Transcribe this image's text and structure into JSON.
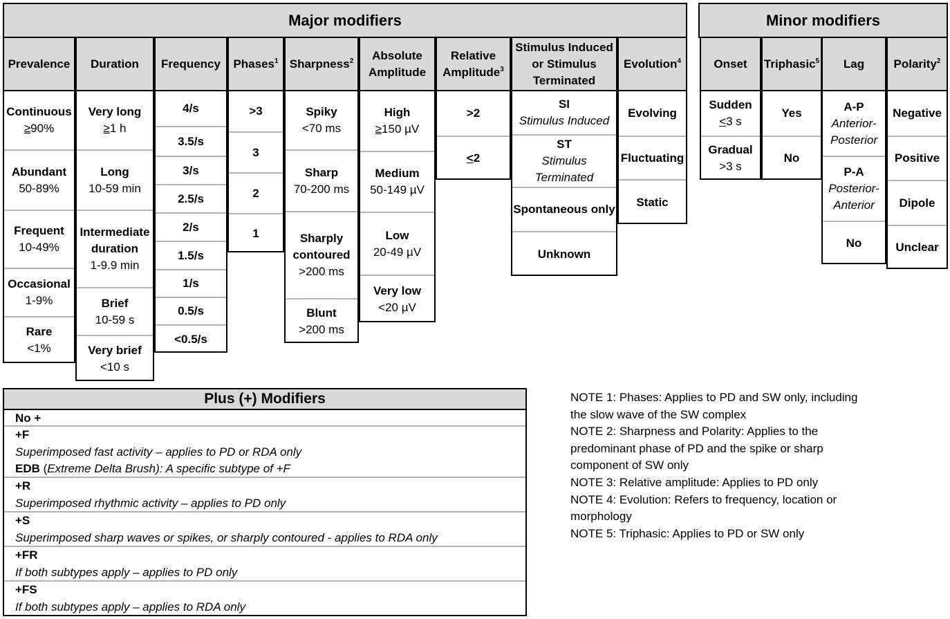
{
  "major_title": "Major modifiers",
  "minor_title": "Minor modifiers",
  "major_columns": [
    {
      "header": "Prevalence",
      "cells": [
        {
          "l1": "Continuous",
          "l2u": "≥",
          "l2": "90%"
        },
        {
          "l1": "Abundant",
          "l2": "50-89%"
        },
        {
          "l1": "Frequent",
          "l2": "10-49%"
        },
        {
          "l1": "Occasional",
          "l2": "1-9%"
        },
        {
          "l1": "Rare",
          "l2": "<1%"
        }
      ]
    },
    {
      "header": "Duration",
      "cells": [
        {
          "l1": "Very long",
          "l2u": "≥",
          "l2": "1 h"
        },
        {
          "l1": "Long",
          "l2": "10-59 min"
        },
        {
          "l1": "Intermediate",
          "l1b": "duration",
          "l2": "1-9.9 min"
        },
        {
          "l1": "Brief",
          "l2": "10-59 s"
        },
        {
          "l1": "Very brief",
          "l2": "<10 s"
        }
      ]
    },
    {
      "header": "Frequency",
      "cells": [
        {
          "l1": "4/s"
        },
        {
          "l1": "3.5/s"
        },
        {
          "l1": "3/s"
        },
        {
          "l1": "2.5/s"
        },
        {
          "l1": "2/s"
        },
        {
          "l1": "1.5/s"
        },
        {
          "l1": "1/s"
        },
        {
          "l1": "0.5/s"
        },
        {
          "l1": "<0.5/s"
        }
      ]
    },
    {
      "header": "Phases",
      "sup": "1",
      "cells": [
        {
          "l1": ">3"
        },
        {
          "l1": "3"
        },
        {
          "l1": "2"
        },
        {
          "l1": "1"
        }
      ]
    },
    {
      "header": "Sharpness",
      "sup": "2",
      "cells": [
        {
          "l1": "Spiky",
          "l2": "<70 ms"
        },
        {
          "l1": "Sharp",
          "l2": "70-200 ms"
        },
        {
          "l1": "Sharply",
          "l1b": "contoured",
          "l2": ">200 ms"
        },
        {
          "l1": "Blunt",
          "l2": ">200 ms"
        }
      ]
    },
    {
      "header": "Absolute",
      "header2": "Amplitude",
      "cells": [
        {
          "l1": "High",
          "l2u": "≥",
          "l2": "150 µV"
        },
        {
          "l1": "Medium",
          "l2": "50-149 µV"
        },
        {
          "l1": "Low",
          "l2": "20-49 µV"
        },
        {
          "l1": "Very low",
          "l2": "<20 µV"
        }
      ]
    },
    {
      "header": "Relative",
      "header2": "Amplitude",
      "sup": "3",
      "cells": [
        {
          "l1": ">2"
        },
        {
          "l1u": "<",
          "l1": "2"
        }
      ]
    },
    {
      "header": "Stimulus Induced",
      "header2": "or Stimulus",
      "header3": "Terminated",
      "cells": [
        {
          "l1": "SI",
          "l2i": "Stimulus Induced"
        },
        {
          "l1": "ST",
          "l2i": "Stimulus",
          "l3i": "Terminated"
        },
        {
          "l1": "Spontaneous only"
        },
        {
          "l1": "Unknown"
        }
      ]
    },
    {
      "header": "Evolution",
      "sup": "4",
      "cells": [
        {
          "l1": "Evolving"
        },
        {
          "l1": "Fluctuating"
        },
        {
          "l1": "Static"
        }
      ]
    }
  ],
  "minor_columns": [
    {
      "header": "Onset",
      "cells": [
        {
          "l1": "Sudden",
          "l2u": "<",
          "l2": "3 s"
        },
        {
          "l1": "Gradual",
          "l2": ">3 s"
        }
      ]
    },
    {
      "header": "Triphasic",
      "sup": "5",
      "cells": [
        {
          "l1": "Yes"
        },
        {
          "l1": "No"
        }
      ]
    },
    {
      "header": "Lag",
      "cells": [
        {
          "l1": "A-P",
          "l2i": "Anterior-",
          "l3i": "Posterior"
        },
        {
          "l1": "P-A",
          "l2i": "Posterior-",
          "l3i": "Anterior"
        },
        {
          "l1": "No"
        }
      ]
    },
    {
      "header": "Polarity",
      "sup": "2",
      "cells": [
        {
          "l1": "Negative"
        },
        {
          "l1": "Positive"
        },
        {
          "l1": "Dipole"
        },
        {
          "l1": "Unclear"
        }
      ]
    }
  ],
  "plus": {
    "title": "Plus (+) Modifiers",
    "groups": [
      {
        "lines": [
          {
            "b": "No +"
          }
        ]
      },
      {
        "lines": [
          {
            "b": "+F"
          },
          {
            "i": "Superimposed fast activity – applies to PD or RDA only"
          },
          {
            "b": "EDB",
            "t": " (",
            "i": "Extreme Delta Brush): A specific subtype of +F"
          }
        ]
      },
      {
        "lines": [
          {
            "b": "+R"
          },
          {
            "i": "Superimposed rhythmic activity – applies to PD only"
          }
        ]
      },
      {
        "lines": [
          {
            "b": "+S"
          },
          {
            "i": "Superimposed sharp waves or spikes, or sharply contoured - applies to RDA only"
          }
        ]
      },
      {
        "lines": [
          {
            "b": "+FR"
          },
          {
            "i": "If both subtypes apply – applies to PD only"
          }
        ]
      },
      {
        "lines": [
          {
            "b": "+FS"
          },
          {
            "i": "If both subtypes apply – applies to RDA only"
          }
        ]
      }
    ]
  },
  "notes": [
    "NOTE 1: Phases: Applies to PD and SW only, including",
    "the slow wave of the SW complex",
    "NOTE 2: Sharpness and Polarity: Applies to the",
    "predominant phase of PD and the spike or sharp",
    "component of SW only",
    "NOTE 3: Relative amplitude: Applies to PD only",
    "NOTE 4: Evolution: Refers to frequency, location or",
    "morphology",
    "NOTE 5: Triphasic: Applies to PD or SW only"
  ]
}
